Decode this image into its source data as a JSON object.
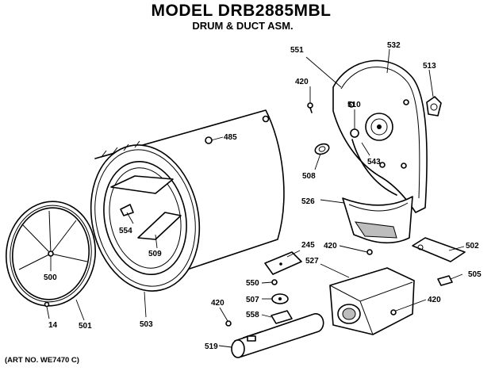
{
  "header": {
    "title": "MODEL DRB2885MBL",
    "subtitle": "DRUM & DUCT ASM."
  },
  "footer": {
    "art_number": "(ART NO. WE7470 C)"
  },
  "part_labels": [
    "551",
    "532",
    "513",
    "420",
    "510",
    "485",
    "508",
    "543",
    "554",
    "509",
    "526",
    "245",
    "420",
    "502",
    "527",
    "500",
    "550",
    "507",
    "505",
    "420",
    "420",
    "558",
    "14",
    "501",
    "503",
    "519"
  ]
}
